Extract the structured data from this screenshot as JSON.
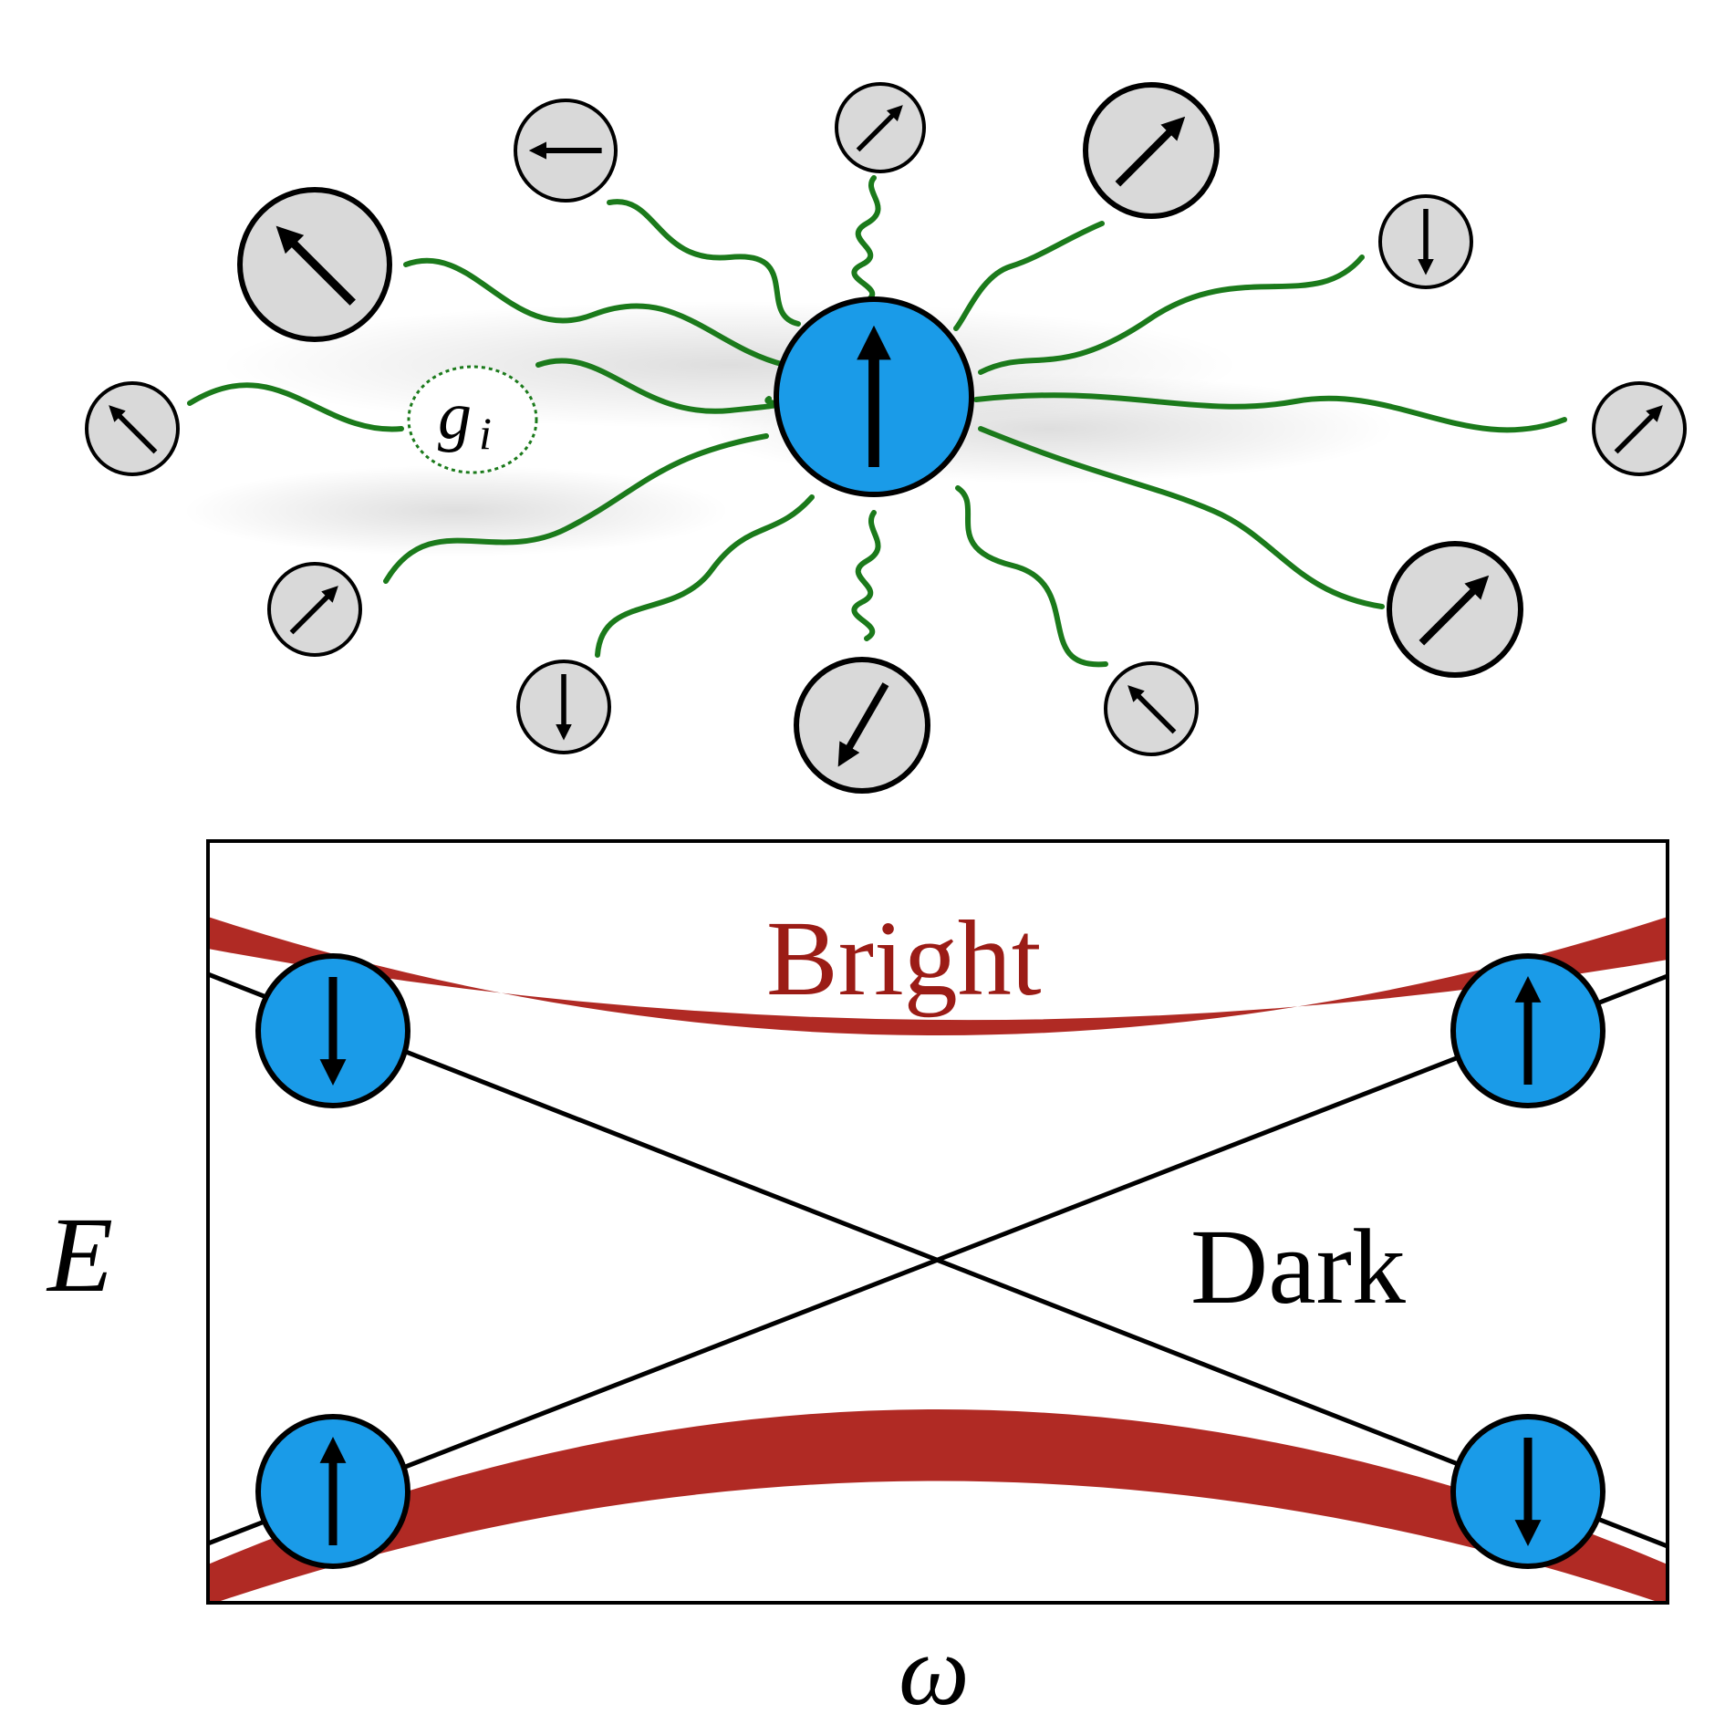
{
  "labels": {
    "coupling": "g",
    "coupling_sub": "i",
    "bright": "Bright",
    "dark": "Dark",
    "energy_axis": "E",
    "frequency_axis": "ω"
  },
  "colors": {
    "central_spin": "#1a9be8",
    "bath_spin": "#d9d9d9",
    "wire": "#1b7a1b",
    "bright_band": "#b02a24",
    "bright_text": "#9b1c16",
    "outline": "#000000"
  },
  "bath_spins": [
    {
      "arrow": "up-left"
    },
    {
      "arrow": "left"
    },
    {
      "arrow": "up-right"
    },
    {
      "arrow": "up-right"
    },
    {
      "arrow": "down"
    },
    {
      "arrow": "up-left"
    },
    {
      "arrow": "up-right"
    },
    {
      "arrow": "up-right"
    },
    {
      "arrow": "up-right"
    },
    {
      "arrow": "down"
    },
    {
      "arrow": "down-left"
    },
    {
      "arrow": "up-left"
    }
  ],
  "central_spin": {
    "arrow": "up"
  },
  "branch_spins": [
    {
      "arrow": "down"
    },
    {
      "arrow": "up"
    },
    {
      "arrow": "up"
    },
    {
      "arrow": "down"
    }
  ]
}
